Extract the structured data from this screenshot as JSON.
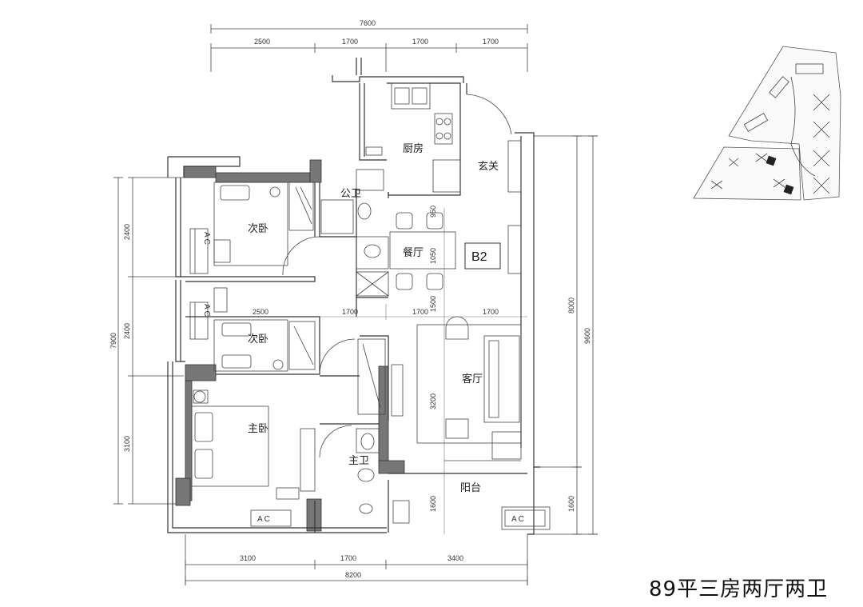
{
  "caption": "89平三房两厅两卫",
  "unit_label": "B2",
  "rooms": {
    "kitchen": "厨房",
    "entrance": "玄关",
    "public_bath": "公卫",
    "dining": "餐厅",
    "living": "客厅",
    "secondary_bedroom_1": "次卧",
    "secondary_bedroom_2": "次卧",
    "master_bedroom": "主卧",
    "master_bath": "主卫",
    "balcony": "阳台"
  },
  "ac_label": "AC",
  "dimensions": {
    "top_total": "7600",
    "top_segments": [
      "2500",
      "1700",
      "1700",
      "1700"
    ],
    "middle_segments": [
      "2500",
      "1700",
      "1700",
      "1700"
    ],
    "bottom_segments": [
      "3100",
      "1700",
      "3400"
    ],
    "bottom_total": "8200",
    "left_total": "7900",
    "left_segments": [
      "2400",
      "2400",
      "3100"
    ],
    "right_inner": "8000",
    "right_total": "9600",
    "right_bottom": "1600",
    "inner_950": "950",
    "inner_1050": "1050",
    "inner_1500": "1500",
    "inner_3200": "3200",
    "inner_1600": "1600"
  }
}
